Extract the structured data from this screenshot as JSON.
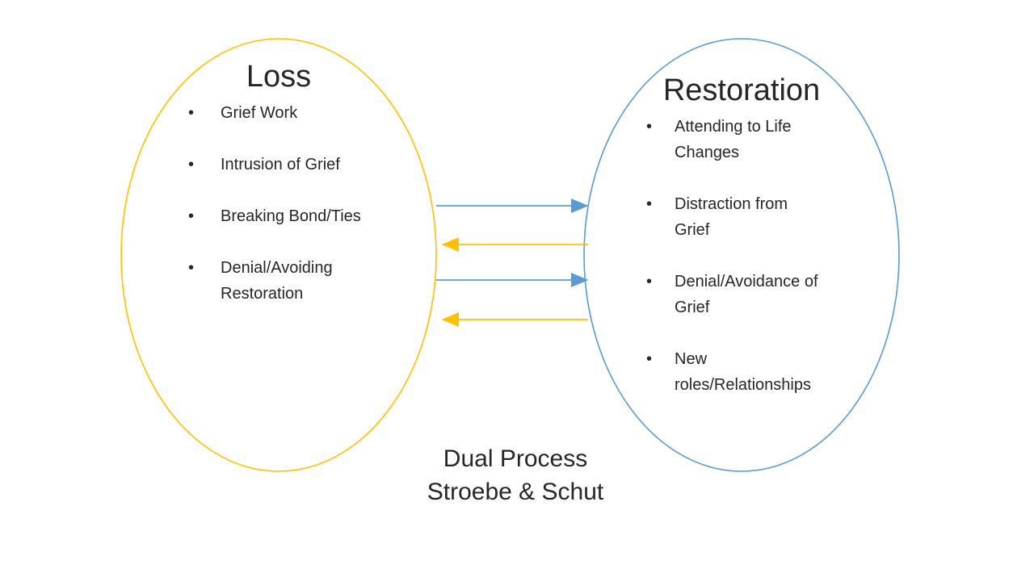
{
  "slide": {
    "background": "#FFFFFF",
    "caption": "Dual Process\nStroebe & Schut"
  },
  "colors": {
    "loss_accent": "#FFC000",
    "restoration_accent": "#5B9BD5",
    "text": "#262626"
  },
  "loss": {
    "title": "Loss",
    "bullet_char": "•",
    "items": [
      "Grief Work",
      "Intrusion of Grief",
      "Breaking Bond/Ties",
      "Denial/Avoiding\nRestoration"
    ]
  },
  "restoration": {
    "title": "Restoration",
    "bullet_char": "•",
    "items": [
      "Attending to Life\nChanges",
      "Distraction from\nGrief",
      "Denial/Avoidance of\nGrief",
      "New\nroles/Relationships"
    ]
  },
  "arrows": [
    {
      "from": "loss",
      "to": "restoration",
      "direction": "right",
      "color": "#5B9BD5"
    },
    {
      "from": "restoration",
      "to": "loss",
      "direction": "left",
      "color": "#FFC000"
    },
    {
      "from": "loss",
      "to": "restoration",
      "direction": "right",
      "color": "#5B9BD5"
    },
    {
      "from": "restoration",
      "to": "loss",
      "direction": "left",
      "color": "#FFC000"
    }
  ]
}
